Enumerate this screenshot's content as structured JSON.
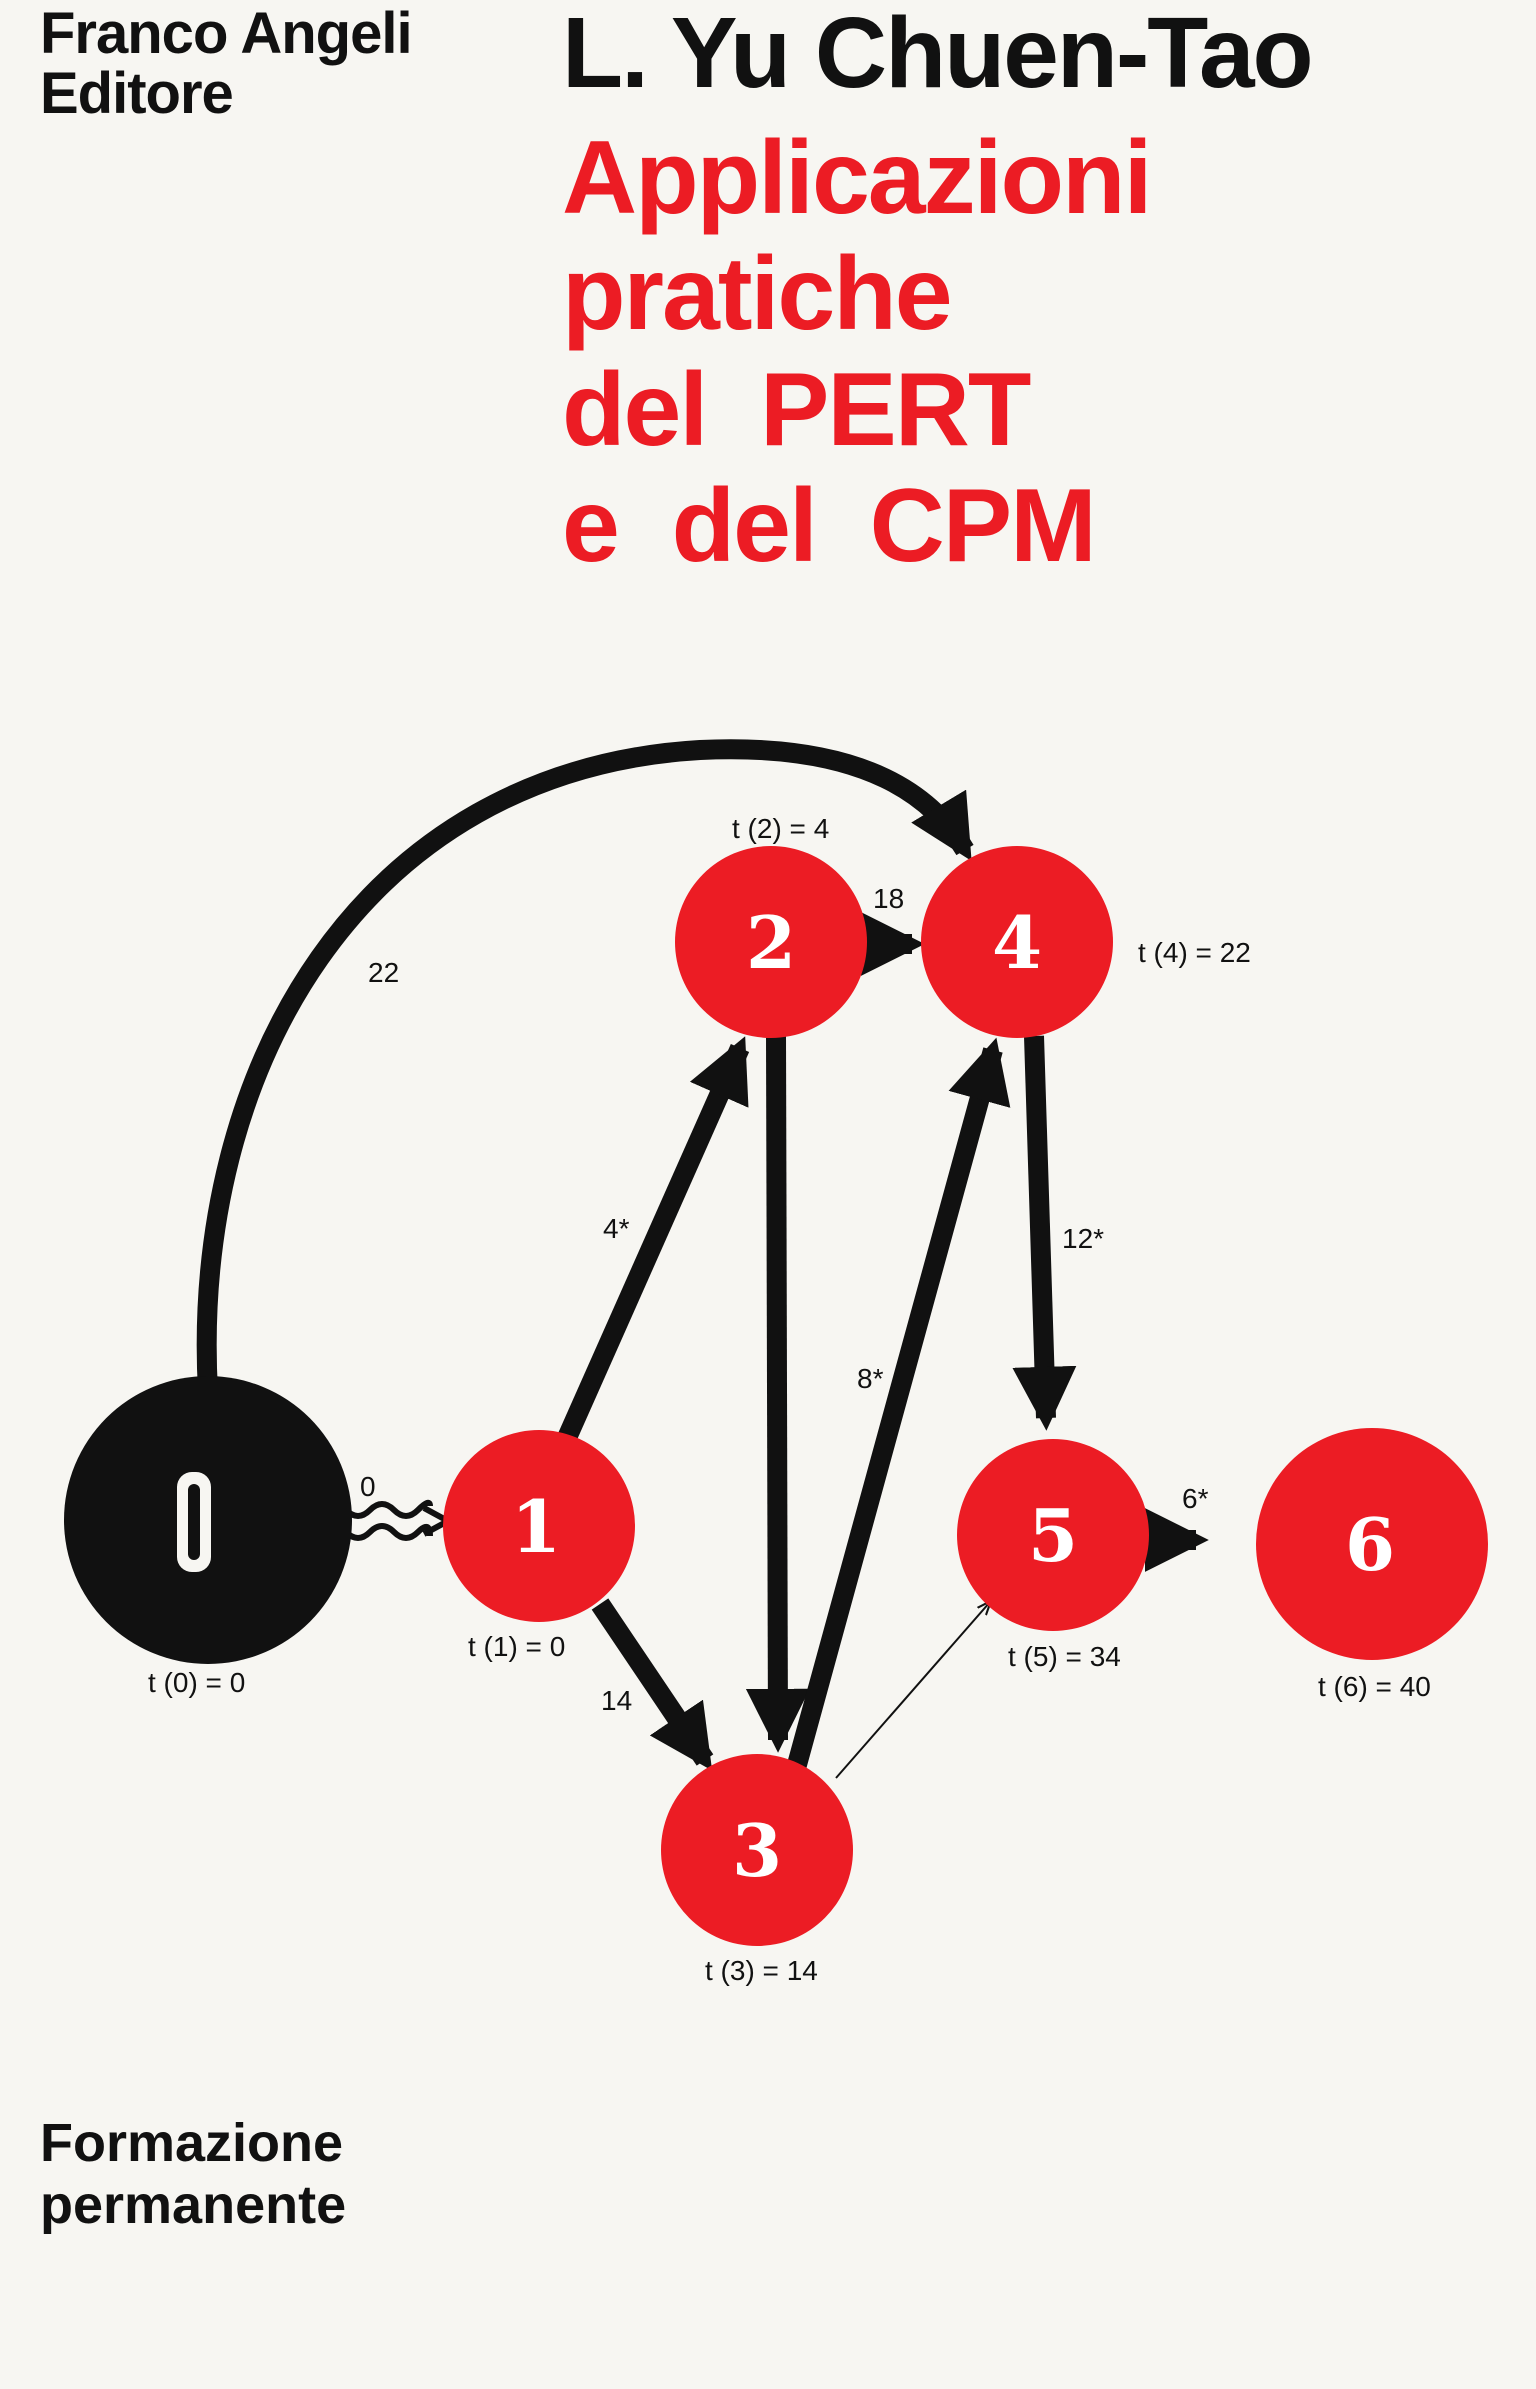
{
  "cover": {
    "publisher_line1": "Franco Angeli",
    "publisher_line2": "Editore",
    "author": "L. Yu Chuen-Tao",
    "title_lines": [
      "Applicazioni",
      "pratiche",
      "del  PERT",
      "e  del  CPM"
    ],
    "series_line1": "Formazione",
    "series_line2": "permanente"
  },
  "diagram": {
    "nodes": {
      "n0": "0",
      "n1": "1",
      "n2": "2",
      "n3": "3",
      "n4": "4",
      "n5": "5",
      "n6": "6"
    },
    "times": {
      "t0": "t (0) = 0",
      "t1": "t (1) = 0",
      "t2": "t (2) = 4",
      "t3": "t (3) = 14",
      "t4": "t (4) = 22",
      "t5": "t (5) = 34",
      "t6": "t (6) = 40"
    },
    "edge_labels": {
      "e0_1": "0",
      "e0_4": "22",
      "e1_2": "4*",
      "e1_3": "14",
      "e2_4": "18",
      "e3_4": "8*",
      "e4_5": "12*",
      "e5_6": "6*"
    },
    "colors": {
      "red": "#ec1c24",
      "black": "#111111",
      "paper": "#f7f6f2"
    }
  }
}
